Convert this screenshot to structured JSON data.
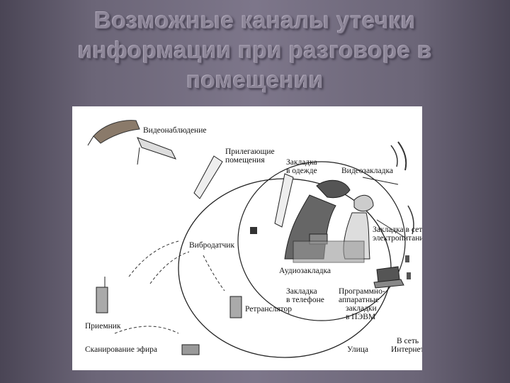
{
  "slide": {
    "title_line1": "Возможные каналы утечки",
    "title_line2": "информации при разговоре в",
    "title_line3": "помещении"
  },
  "diagram": {
    "labels": {
      "video_surveillance": "Видеонаблюдение",
      "adjacent_rooms_1": "Прилегающие",
      "adjacent_rooms_2": "помещения",
      "clothing_bug_1": "Закладка",
      "clothing_bug_2": "в одежде",
      "video_bug": "Видеозакладка",
      "power_bug_1": "Закладка в сети",
      "power_bug_2": "электропитания",
      "vibration_sensor": "Вибродатчик",
      "audio_bug": "Аудиозакладка",
      "phone_bug_1": "Закладка",
      "phone_bug_2": "в телефоне",
      "software_bug_1": "Программно-",
      "software_bug_2": "аппаратные",
      "software_bug_3": "закладки",
      "software_bug_4": "в ПЭВМ",
      "repeater": "Ретранслятор",
      "receiver": "Приемник",
      "air_scanning": "Сканирование эфира",
      "street": "Улица",
      "internet_1": "В сеть",
      "internet_2": "Интернет"
    }
  }
}
